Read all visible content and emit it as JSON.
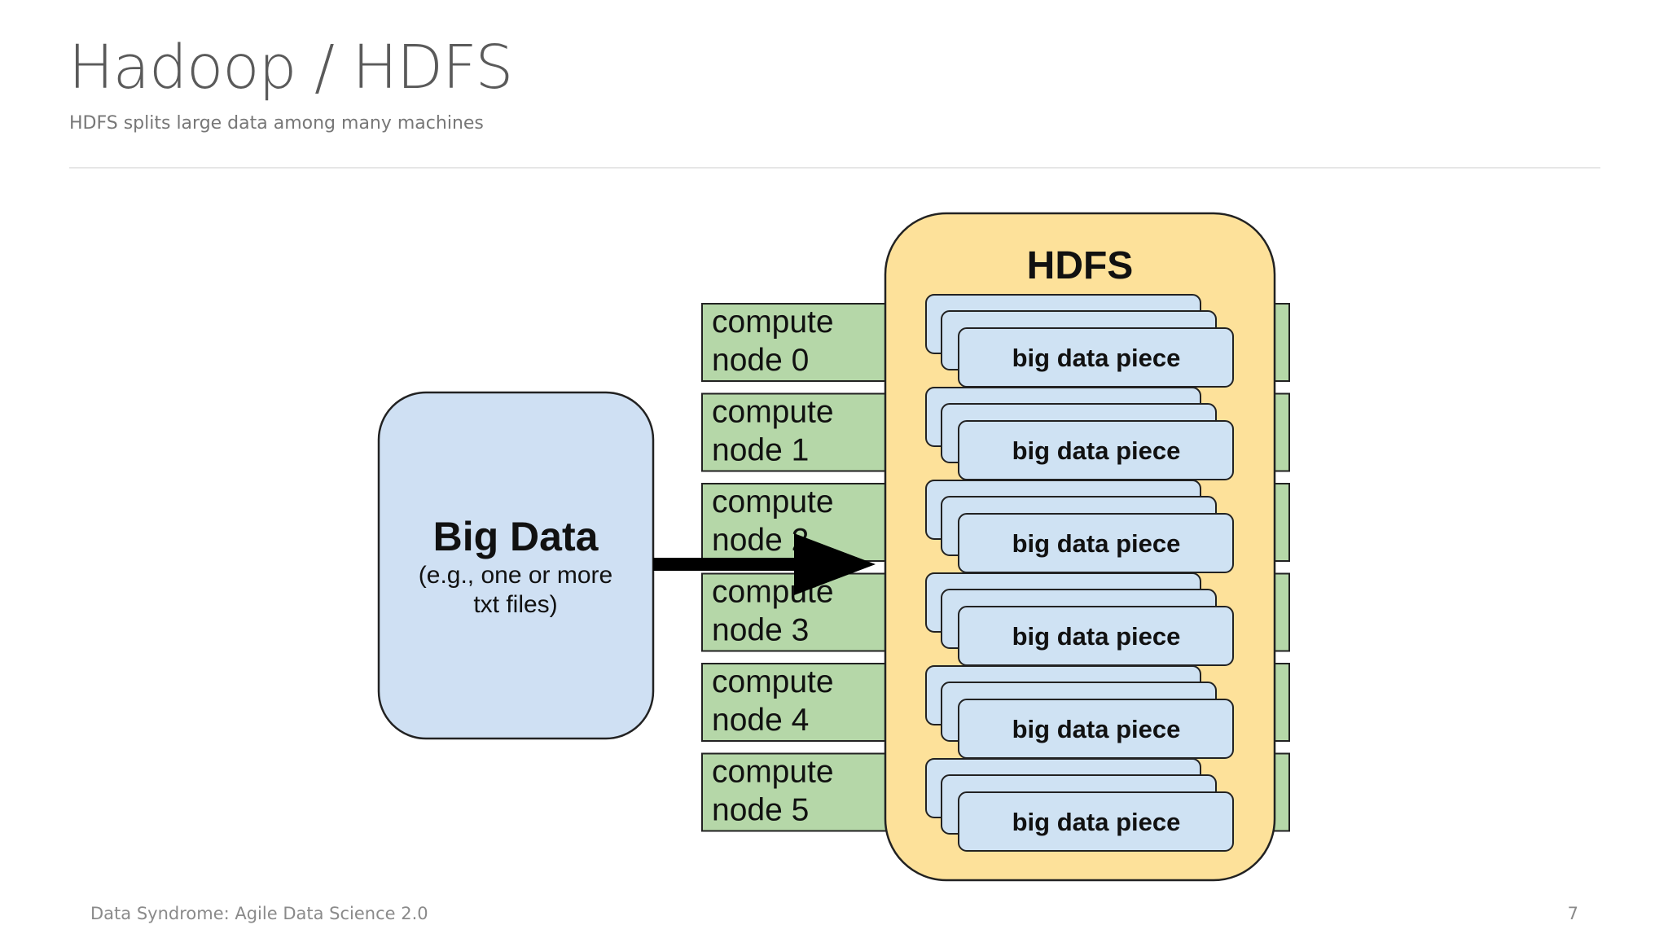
{
  "slide": {
    "title": "Hadoop / HDFS",
    "subtitle": "HDFS splits large data among many machines"
  },
  "diagram": {
    "source": {
      "title": "Big Data",
      "note_line1": "(e.g., one or more",
      "note_line2": "txt files)"
    },
    "hdfs_label": "HDFS",
    "nodes": [
      {
        "line1": "compute",
        "line2": "node 0"
      },
      {
        "line1": "compute",
        "line2": "node 1"
      },
      {
        "line1": "compute",
        "line2": "node 2"
      },
      {
        "line1": "compute",
        "line2": "node 3"
      },
      {
        "line1": "compute",
        "line2": "node 4"
      },
      {
        "line1": "compute",
        "line2": "node 5"
      }
    ],
    "pieces": [
      "big data piece",
      "big data piece",
      "big data piece",
      "big data piece",
      "big data piece",
      "big data piece"
    ],
    "colors": {
      "big_data_fill": "#cfe0f3",
      "node_fill": "#b5d7a8",
      "hdfs_fill": "#fde19a",
      "piece_fill": "#cfe2f3",
      "stroke": "#222222",
      "arrow": "#000000"
    }
  },
  "footer": {
    "left": "Data Syndrome: Agile Data Science 2.0",
    "page_number": "7"
  }
}
